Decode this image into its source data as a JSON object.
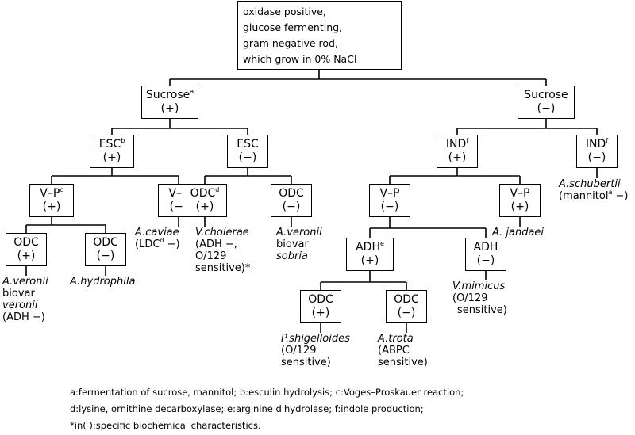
{
  "root": {
    "lines": [
      "oxidase positive,",
      "glucose fermenting,",
      "gram negative rod,",
      "which grow in 0% NaCl"
    ]
  },
  "nodes": {
    "sucrose_pos": {
      "test": "Sucrose",
      "sup": "a",
      "result": "(+)"
    },
    "sucrose_neg": {
      "test": "Sucrose",
      "sup": "",
      "result": "(−)"
    },
    "esc_pos": {
      "test": "ESC",
      "sup": "b",
      "result": "(+)"
    },
    "esc_neg": {
      "test": "ESC",
      "sup": "",
      "result": "(−)"
    },
    "ind_pos": {
      "test": "IND",
      "sup": "f",
      "result": "(+)"
    },
    "ind_neg": {
      "test": "IND",
      "sup": "f",
      "result": "(−)"
    },
    "vp_pos_l": {
      "test": "V–P",
      "sup": "c",
      "result": "(+)"
    },
    "vp_neg_l": {
      "test": "V–P",
      "sup": "",
      "result": "(−)"
    },
    "odc_pos_l2": {
      "test": "ODC",
      "sup": "d",
      "result": "(+)"
    },
    "odc_neg_l2": {
      "test": "ODC",
      "sup": "",
      "result": "(−)"
    },
    "vp_neg_r": {
      "test": "V–P",
      "sup": "",
      "result": "(−)"
    },
    "vp_pos_r": {
      "test": "V–P",
      "sup": "",
      "result": "(+)"
    },
    "odc_pos_l1": {
      "test": "ODC",
      "sup": "",
      "result": "(+)"
    },
    "odc_neg_l1": {
      "test": "ODC",
      "sup": "",
      "result": "(−)"
    },
    "adh_pos": {
      "test": "ADH",
      "sup": "e",
      "result": "(+)"
    },
    "adh_neg": {
      "test": "ADH",
      "sup": "",
      "result": "(−)"
    },
    "odc_pos_r": {
      "test": "ODC",
      "sup": "",
      "result": "(+)"
    },
    "odc_neg_r": {
      "test": "ODC",
      "sup": "",
      "result": "(−)"
    }
  },
  "results": {
    "a_veronii_veronii": {
      "species": "A.veronii",
      "l2": "biovar",
      "l3": "veronii",
      "l4": "(ADH −)"
    },
    "a_hydrophila": {
      "species": "A.hydrophila"
    },
    "a_caviae": {
      "species": "A.caviae",
      "l2a": "(LDC",
      "l2sup": "d",
      "l2b": " −)"
    },
    "v_cholerae": {
      "species": "V.cholerae",
      "l2": "(ADH −,",
      "l3": "O/129",
      "l4": "sensitive)*"
    },
    "a_veronii_sobria": {
      "species": "A.veronii",
      "l2": "biovar",
      "l3": "sobria"
    },
    "a_schubertii": {
      "species": "A.schubertii",
      "l2a": "(mannitol",
      "l2sup": "a",
      "l2b": " −)"
    },
    "a_jandaei": {
      "species": "A. jandaei"
    },
    "v_mimicus": {
      "species": "V.mimicus",
      "l2": "(O/129",
      "l3": "sensitive)"
    },
    "p_shigelloides": {
      "species": "P.shigelloides",
      "l2": "(O/129",
      "l3": "sensitive)"
    },
    "a_trota": {
      "species": "A.trota",
      "l2": "(ABPC",
      "l3": "sensitive)"
    }
  },
  "footnotes": {
    "line1": "a:fermentation of sucrose, mannitol;  b:esculin hydrolysis;  c:Voges–Proskauer reaction;",
    "line2": "d:lysine, ornithine decarboxylase;  e:arginine dihydrolase;  f:indole production;",
    "line3": "*in( ):specific biochemical characteristics."
  }
}
